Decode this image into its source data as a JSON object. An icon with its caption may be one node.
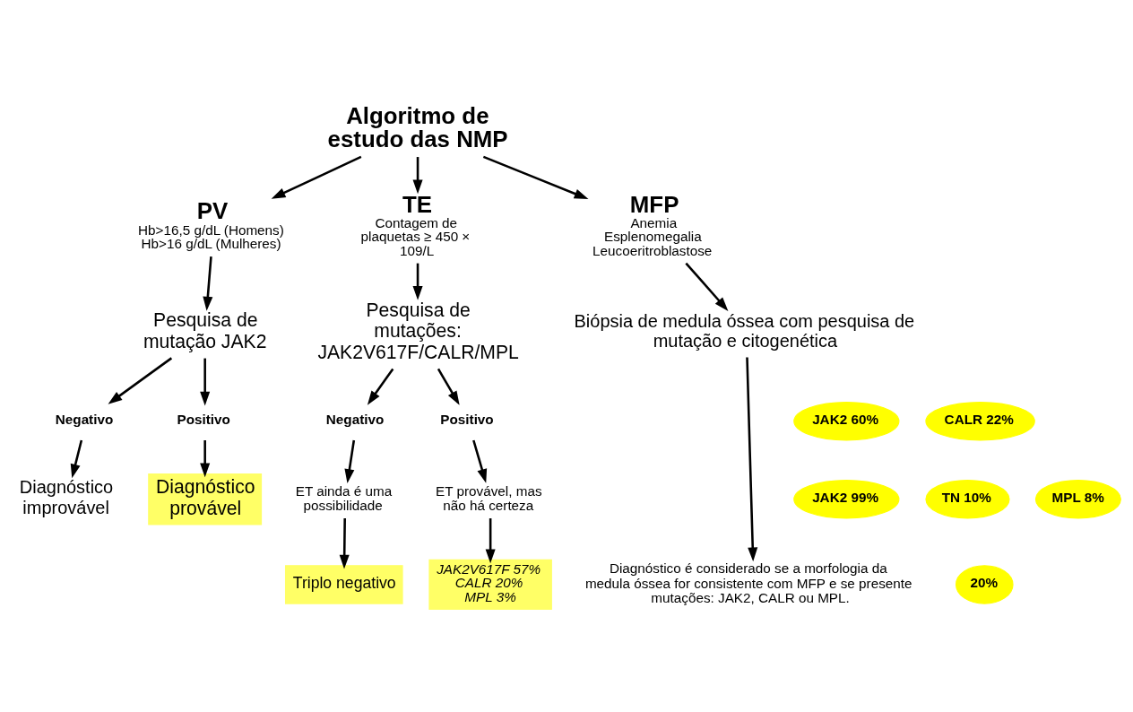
{
  "diagram": {
    "nodes": [
      {
        "text": [
          "Algoritmo de estudo das NMP"
        ]
      },
      {
        "text": [
          "PV",
          "Hb>16,5 g/dL (Homens) Hb>16 g/dL (Mulheres)"
        ]
      },
      {
        "text": [
          "TE",
          "Contagem de plaquetas ≥ 450 × 109/L"
        ]
      },
      {
        "text": [
          "MFP",
          "Anemia",
          "Esplenomegalia",
          "Leucoeritroblastose"
        ]
      },
      {
        "text": [
          "Pesquisa de mutação JAK2"
        ]
      },
      {
        "text": [
          "Negativo"
        ]
      },
      {
        "text": [
          "Positivo"
        ]
      },
      {
        "text": [
          "Diagnóstico improvável"
        ]
      },
      {
        "text": [
          "Diagnóstico provável"
        ]
      },
      {
        "text": [
          "JAK2 99%"
        ]
      },
      {
        "text": [
          "Pesquisa de mutações: JAK2V617F/CALR/MPL"
        ]
      },
      {
        "text": [
          "Negativo"
        ]
      },
      {
        "text": [
          "Positivo"
        ]
      },
      {
        "text": [
          "ET ainda é uma possibilidade"
        ]
      },
      {
        "text": [
          "ET provável, mas não há certeza"
        ]
      },
      {
        "text": [
          "Triplo negativo"
        ]
      },
      {
        "text": [
          "20%"
        ]
      },
      {
        "text": [
          "JAK2V617F 57%",
          "CALR 20%",
          "MPL 3%"
        ]
      },
      {
        "text": [
          "Biópsia de medula óssea com pesquisa de mutação e citogenética"
        ]
      },
      {
        "text": [
          "JAK2 60%"
        ]
      },
      {
        "text": [
          "CALR 22%"
        ]
      },
      {
        "text": [
          "TN 10%"
        ]
      },
      {
        "text": [
          "MPL 8%"
        ]
      },
      {
        "text": [
          "Diagnóstico é considerado se a morfologia da medula óssea for consistente com MFP e se presente mutações: JAK2, CALR ou MPL."
        ]
      }
    ],
    "edges": [
      {
        "from": 0,
        "to": 1,
        "arrow": "to"
      },
      {
        "from": 0,
        "to": 2,
        "arrow": "to"
      },
      {
        "from": 0,
        "to": 3,
        "arrow": "to"
      },
      {
        "from": 1,
        "to": 4,
        "arrow": "to"
      },
      {
        "from": 4,
        "to": 5,
        "arrow": "to"
      },
      {
        "from": 4,
        "to": 6,
        "arrow": "to"
      },
      {
        "from": 5,
        "to": 7,
        "arrow": "to"
      },
      {
        "from": 6,
        "to": 8,
        "arrow": "to"
      },
      {
        "from": 2,
        "to": 10,
        "arrow": "to"
      },
      {
        "from": 10,
        "to": 11,
        "arrow": "to"
      },
      {
        "from": 10,
        "to": 12,
        "arrow": "to"
      },
      {
        "from": 11,
        "to": 13,
        "arrow": "to"
      },
      {
        "from": 12,
        "to": 14,
        "arrow": "to"
      },
      {
        "from": 13,
        "to": 15,
        "arrow": "to"
      },
      {
        "from": 14,
        "to": 17,
        "arrow": "to"
      },
      {
        "from": 3,
        "to": 18,
        "arrow": "to"
      },
      {
        "from": 18,
        "to": 23,
        "arrow": "to"
      }
    ]
  }
}
